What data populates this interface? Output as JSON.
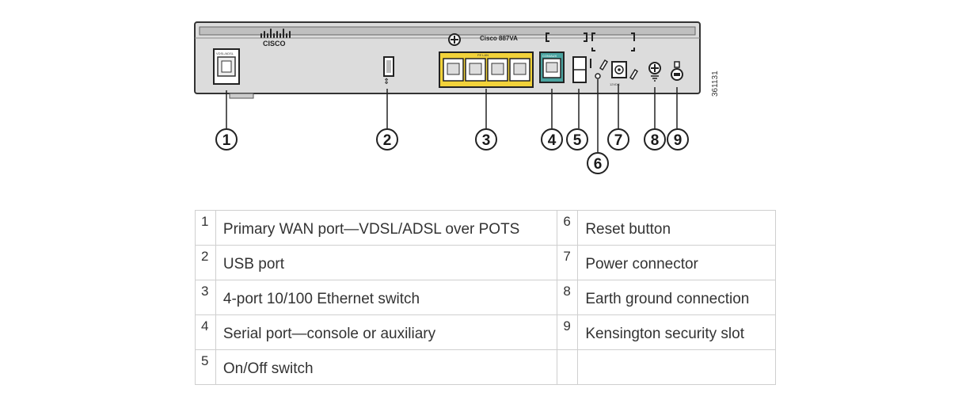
{
  "figure": {
    "brand_name": "CISCO",
    "model_label": "Cisco 887VA",
    "figure_id": "361131",
    "port_labels": {
      "wan": "VDSL/ADSL",
      "lan": "FE LAN",
      "console": "CON/AUX",
      "power": "12VDC"
    },
    "callouts": [
      "1",
      "2",
      "3",
      "4",
      "5",
      "6",
      "7",
      "8",
      "9"
    ]
  },
  "legend": {
    "rows": [
      {
        "left_num": "1",
        "left_desc": "Primary WAN port—VDSL/ADSL over POTS",
        "right_num": "6",
        "right_desc": "Reset button"
      },
      {
        "left_num": "2",
        "left_desc": "USB port",
        "right_num": "7",
        "right_desc": "Power connector"
      },
      {
        "left_num": "3",
        "left_desc": "4-port 10/100 Ethernet switch",
        "right_num": "8",
        "right_desc": "Earth ground connection"
      },
      {
        "left_num": "4",
        "left_desc": "Serial port—console or auxiliary",
        "right_num": "9",
        "right_desc": "Kensington security slot"
      },
      {
        "left_num": "5",
        "left_desc": "On/Off switch",
        "right_num": "",
        "right_desc": ""
      }
    ]
  },
  "colors": {
    "chassis_fill": "#e6e6e6",
    "chassis_stroke": "#333333",
    "lan_bezel": "#f2d23a",
    "console_bezel": "#4aa3a0",
    "table_border": "#cfcfcf",
    "text": "#333333"
  }
}
